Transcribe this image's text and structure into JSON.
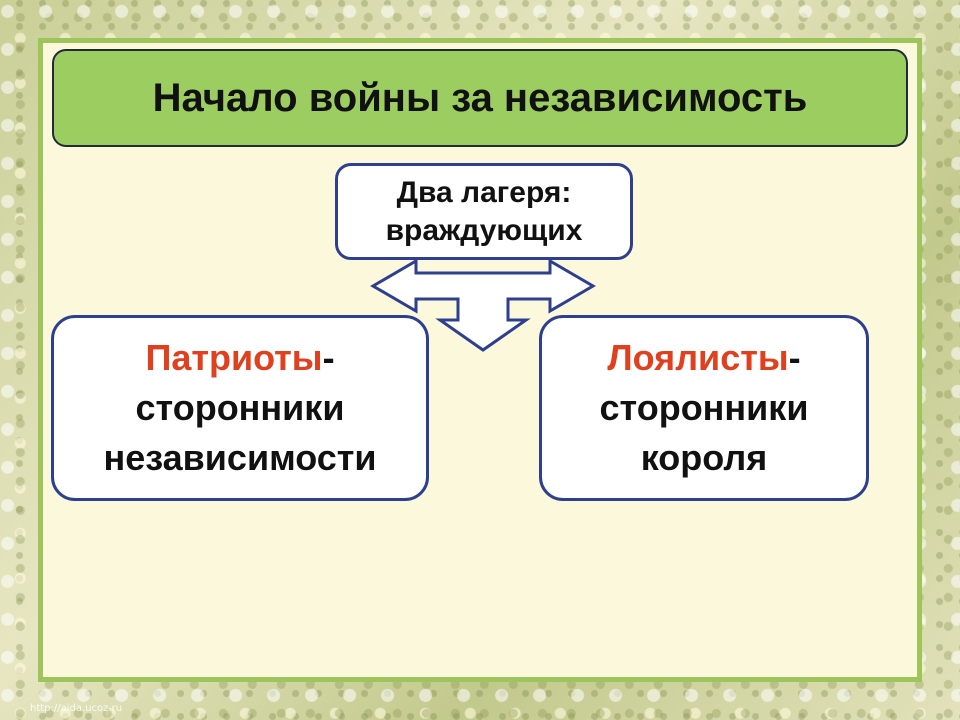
{
  "title": "Начало войны за независимость",
  "center": {
    "line1": "Два лагеря:",
    "line2": "враждующих"
  },
  "left": {
    "highlight": "Патриоты",
    "dash": "-",
    "line2": "сторонники",
    "line3": "независимости"
  },
  "right": {
    "highlight": "Лоялисты",
    "dash": "-",
    "line2": "сторонники",
    "line3": "короля"
  },
  "watermark": "http://aida.ucoz.ru",
  "colors": {
    "title_fill": "#9ccd61",
    "box_border": "#2e3f8f",
    "highlight_text": "#e0401e",
    "frame": "#9ec55b",
    "slide_bg": "#fbf8dc"
  },
  "icons": {
    "arrow": "three-way-block-arrow"
  }
}
